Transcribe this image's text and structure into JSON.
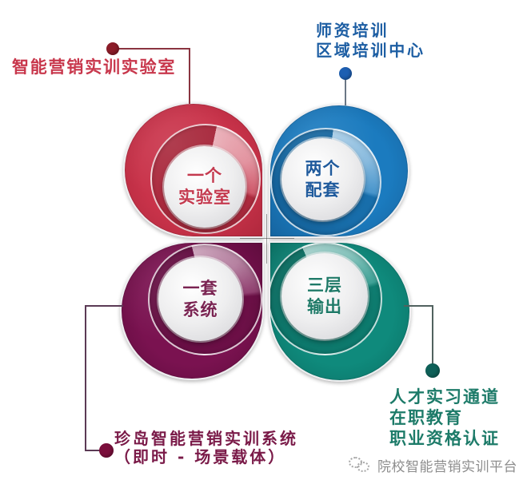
{
  "diagram": {
    "center_label": "",
    "petals": [
      {
        "key": "laboratory",
        "line1": "一个",
        "line2": "实验室",
        "color": "#c9334a",
        "text_color": "#c43a4f",
        "callout": [
          "智能营销实训实验室"
        ]
      },
      {
        "key": "supporting",
        "line1": "两个",
        "line2": "配套",
        "color": "#1b7bbf",
        "text_color": "#1f5a9c",
        "callout": [
          "师资培训",
          "区域培训中心"
        ]
      },
      {
        "key": "system",
        "line1": "一套",
        "line2": "系统",
        "color": "#7a1250",
        "text_color": "#7a2452",
        "callout": [
          "珍岛智能营销实训系统",
          "（即时 - 场景载体）"
        ]
      },
      {
        "key": "output",
        "line1": "三层",
        "line2": "输出",
        "color": "#0f8a7c",
        "text_color": "#1f7a68",
        "callout": [
          "人才实习通道",
          "在职教育",
          "职业资格认证"
        ]
      }
    ]
  },
  "watermark": {
    "icon": "wechat-icon",
    "text": "院校智能营销实训平台"
  }
}
